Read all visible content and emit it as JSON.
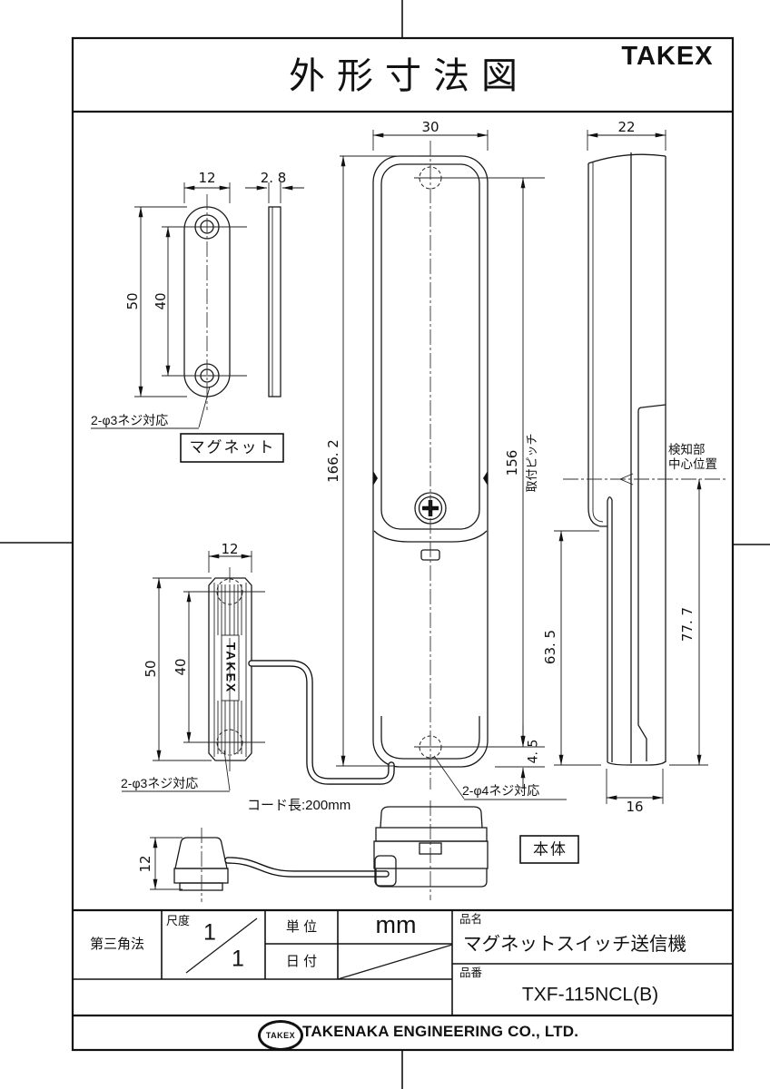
{
  "page": {
    "title": "外形寸法図",
    "brand": "TAKEX"
  },
  "views": {
    "magnet_label": "マグネット",
    "body_label": "本体",
    "takex_emboss": "TAKEX"
  },
  "notes": {
    "magnet_screw": "2-φ3ネジ対応",
    "sensor_screw": "2-φ3ネジ対応",
    "body_screw": "2-φ4ネジ対応",
    "cord_length": "コード長:200mm",
    "detect_1": "検知部",
    "detect_2": "中心位置",
    "mount_pitch": "取付ピッチ"
  },
  "dims": {
    "magnet_width": "12",
    "magnet_thickness": "2. 8",
    "magnet_height": "50",
    "magnet_pitch": "40",
    "sensor_width": "12",
    "sensor_height": "50",
    "sensor_pitch": "40",
    "body_width": "30",
    "body_height": "166. 2",
    "body_pitch": "156",
    "body_hole_offset": "4. 5",
    "side_width": "22",
    "side_lower_height": "63. 5",
    "side_detect_height": "77. 7",
    "side_bottom_width": "16",
    "sensor_side_height": "12"
  },
  "title_block": {
    "projection": "第三角法",
    "scale_label": "尺度",
    "scale_numerator": "1",
    "scale_denominator": "1",
    "unit_label": "単 位",
    "unit_value": "mm",
    "date_label": "日 付",
    "name_label": "品名",
    "name_value": "マグネットスイッチ送信機",
    "number_label": "品番",
    "number_value": "TXF-115NCL(B)"
  },
  "footer": {
    "logo": "TAKEX",
    "company": "TAKENAKA ENGINEERING CO., LTD."
  }
}
